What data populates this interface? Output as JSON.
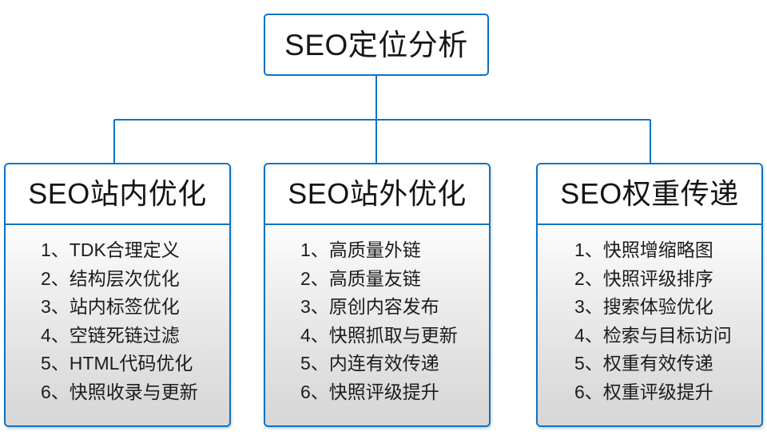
{
  "diagram": {
    "type": "org-chart",
    "orientation": "top-down",
    "accent_color": "#0d72c4",
    "text_color": "#1a1a1a",
    "background_color": "#ffffff",
    "body_gradient_from": "#fdfdfd",
    "body_gradient_to": "#d7d7d7",
    "root": {
      "label": "SEO定位分析"
    },
    "separator": "、",
    "branches": [
      {
        "title": "SEO站内优化",
        "items": [
          {
            "index": "1",
            "text": "TDK合理定义"
          },
          {
            "index": "2",
            "text": "结构层次优化"
          },
          {
            "index": "3",
            "text": "站内标签优化"
          },
          {
            "index": "4",
            "text": "空链死链过滤"
          },
          {
            "index": "5",
            "text": "HTML代码优化"
          },
          {
            "index": "6",
            "text": "快照收录与更新"
          }
        ]
      },
      {
        "title": "SEO站外优化",
        "items": [
          {
            "index": "1",
            "text": "高质量外链"
          },
          {
            "index": "2",
            "text": "高质量友链"
          },
          {
            "index": "3",
            "text": "原创内容发布"
          },
          {
            "index": "4",
            "text": "快照抓取与更新"
          },
          {
            "index": "5",
            "text": "内连有效传递"
          },
          {
            "index": "6",
            "text": "快照评级提升"
          }
        ]
      },
      {
        "title": "SEO权重传递",
        "items": [
          {
            "index": "1",
            "text": "快照增缩略图"
          },
          {
            "index": "2",
            "text": "快照评级排序"
          },
          {
            "index": "3",
            "text": "搜索体验优化"
          },
          {
            "index": "4",
            "text": "检索与目标访问"
          },
          {
            "index": "5",
            "text": "权重有效传递"
          },
          {
            "index": "6",
            "text": "权重评级提升"
          }
        ]
      }
    ]
  }
}
